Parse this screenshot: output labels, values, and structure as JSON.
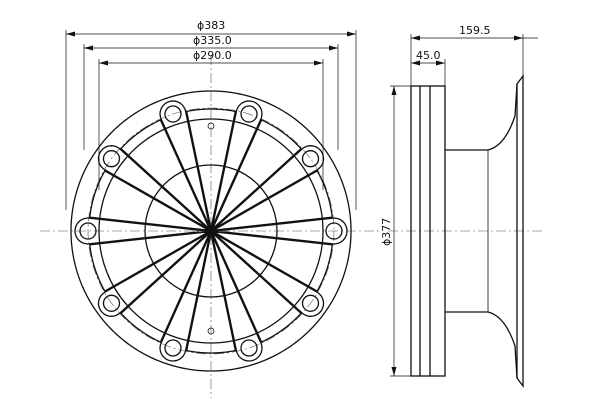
{
  "drawing": {
    "front_view": {
      "dim_outer_diameter": "ϕ383",
      "dim_mid_diameter": "ϕ335.0",
      "dim_inner_diameter": "ϕ290.0",
      "bolt_hole_count": 10
    },
    "side_view": {
      "dim_overall_width": "159.5",
      "dim_disc_width": "45.0",
      "dim_height": "ϕ377"
    }
  }
}
